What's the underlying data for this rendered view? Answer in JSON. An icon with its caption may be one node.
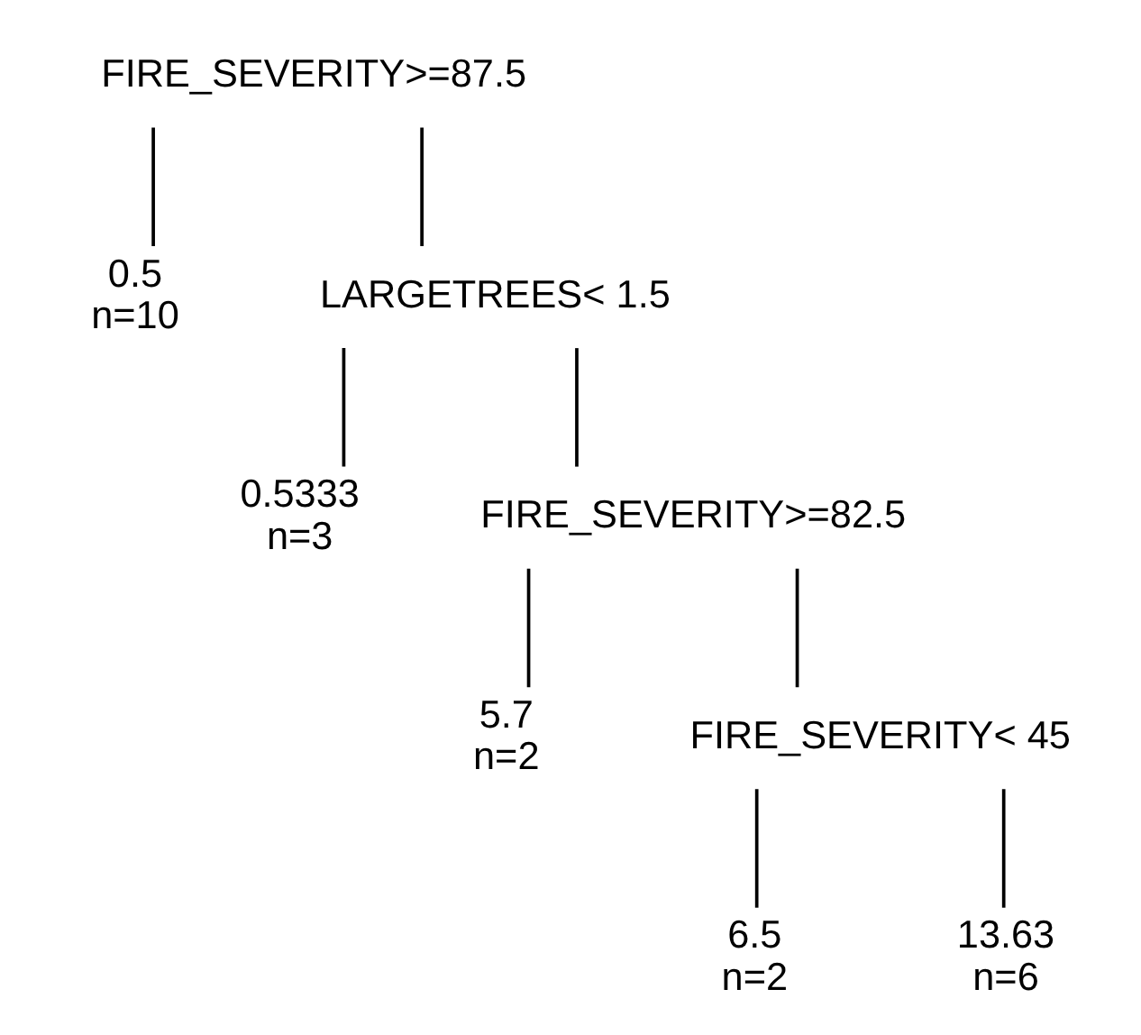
{
  "diagram": {
    "nodes": [
      {
        "text": [
          "FIRE_SEVERITY>=87.5"
        ]
      },
      {
        "text": [
          "0.5",
          "n=10"
        ]
      },
      {
        "text": [
          "LARGETREES< 1.5"
        ]
      },
      {
        "text": [
          "0.5333",
          "n=3"
        ]
      },
      {
        "text": [
          "FIRE_SEVERITY>=82.5"
        ]
      },
      {
        "text": [
          "5.7",
          "n=2"
        ]
      },
      {
        "text": [
          "FIRE_SEVERITY< 45"
        ]
      },
      {
        "text": [
          "6.5",
          "n=2"
        ]
      },
      {
        "text": [
          "13.63",
          "n=6"
        ]
      }
    ],
    "edges": [
      {
        "from": 0,
        "to": 1,
        "arrow": "none"
      },
      {
        "from": 0,
        "to": 2,
        "arrow": "none"
      },
      {
        "from": 2,
        "to": 3,
        "arrow": "none"
      },
      {
        "from": 2,
        "to": 4,
        "arrow": "none"
      },
      {
        "from": 4,
        "to": 5,
        "arrow": "none"
      },
      {
        "from": 4,
        "to": 6,
        "arrow": "none"
      },
      {
        "from": 6,
        "to": 7,
        "arrow": "none"
      },
      {
        "from": 6,
        "to": 8,
        "arrow": "none"
      }
    ]
  }
}
